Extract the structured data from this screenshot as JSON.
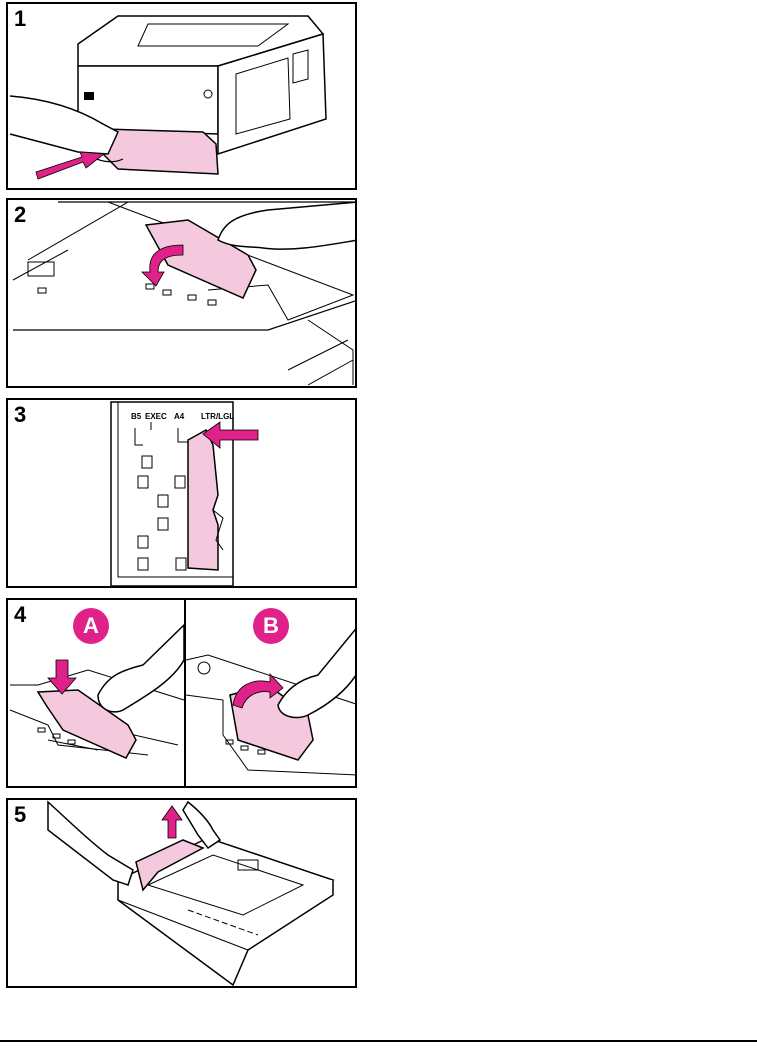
{
  "steps": [
    {
      "number": "1"
    },
    {
      "number": "2"
    },
    {
      "number": "3",
      "size_labels": [
        "B5",
        "EXEC",
        "A4",
        "LTR/LGL"
      ]
    },
    {
      "number": "4",
      "sub_labels": [
        "A",
        "B"
      ]
    },
    {
      "number": "5"
    }
  ],
  "colors": {
    "highlight": "#e0218a",
    "part_fill": "#f4c9dd",
    "line": "#000000"
  }
}
